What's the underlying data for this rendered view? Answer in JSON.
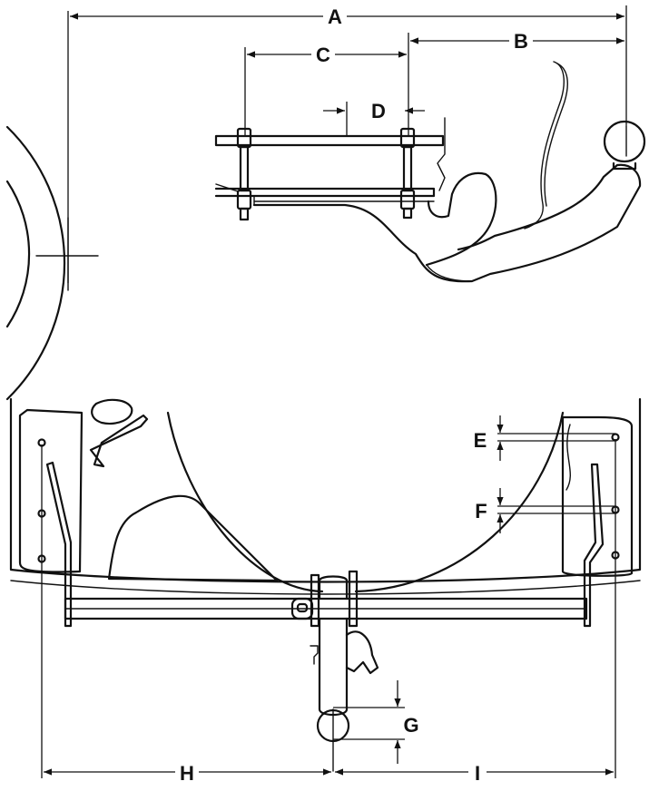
{
  "labels": {
    "a": "A",
    "b": "B",
    "c": "C",
    "d": "D",
    "e": "E",
    "f": "F",
    "g": "G",
    "h": "H",
    "i": "I"
  },
  "colors": {
    "ink": "#111111",
    "paper": "#ffffff"
  }
}
